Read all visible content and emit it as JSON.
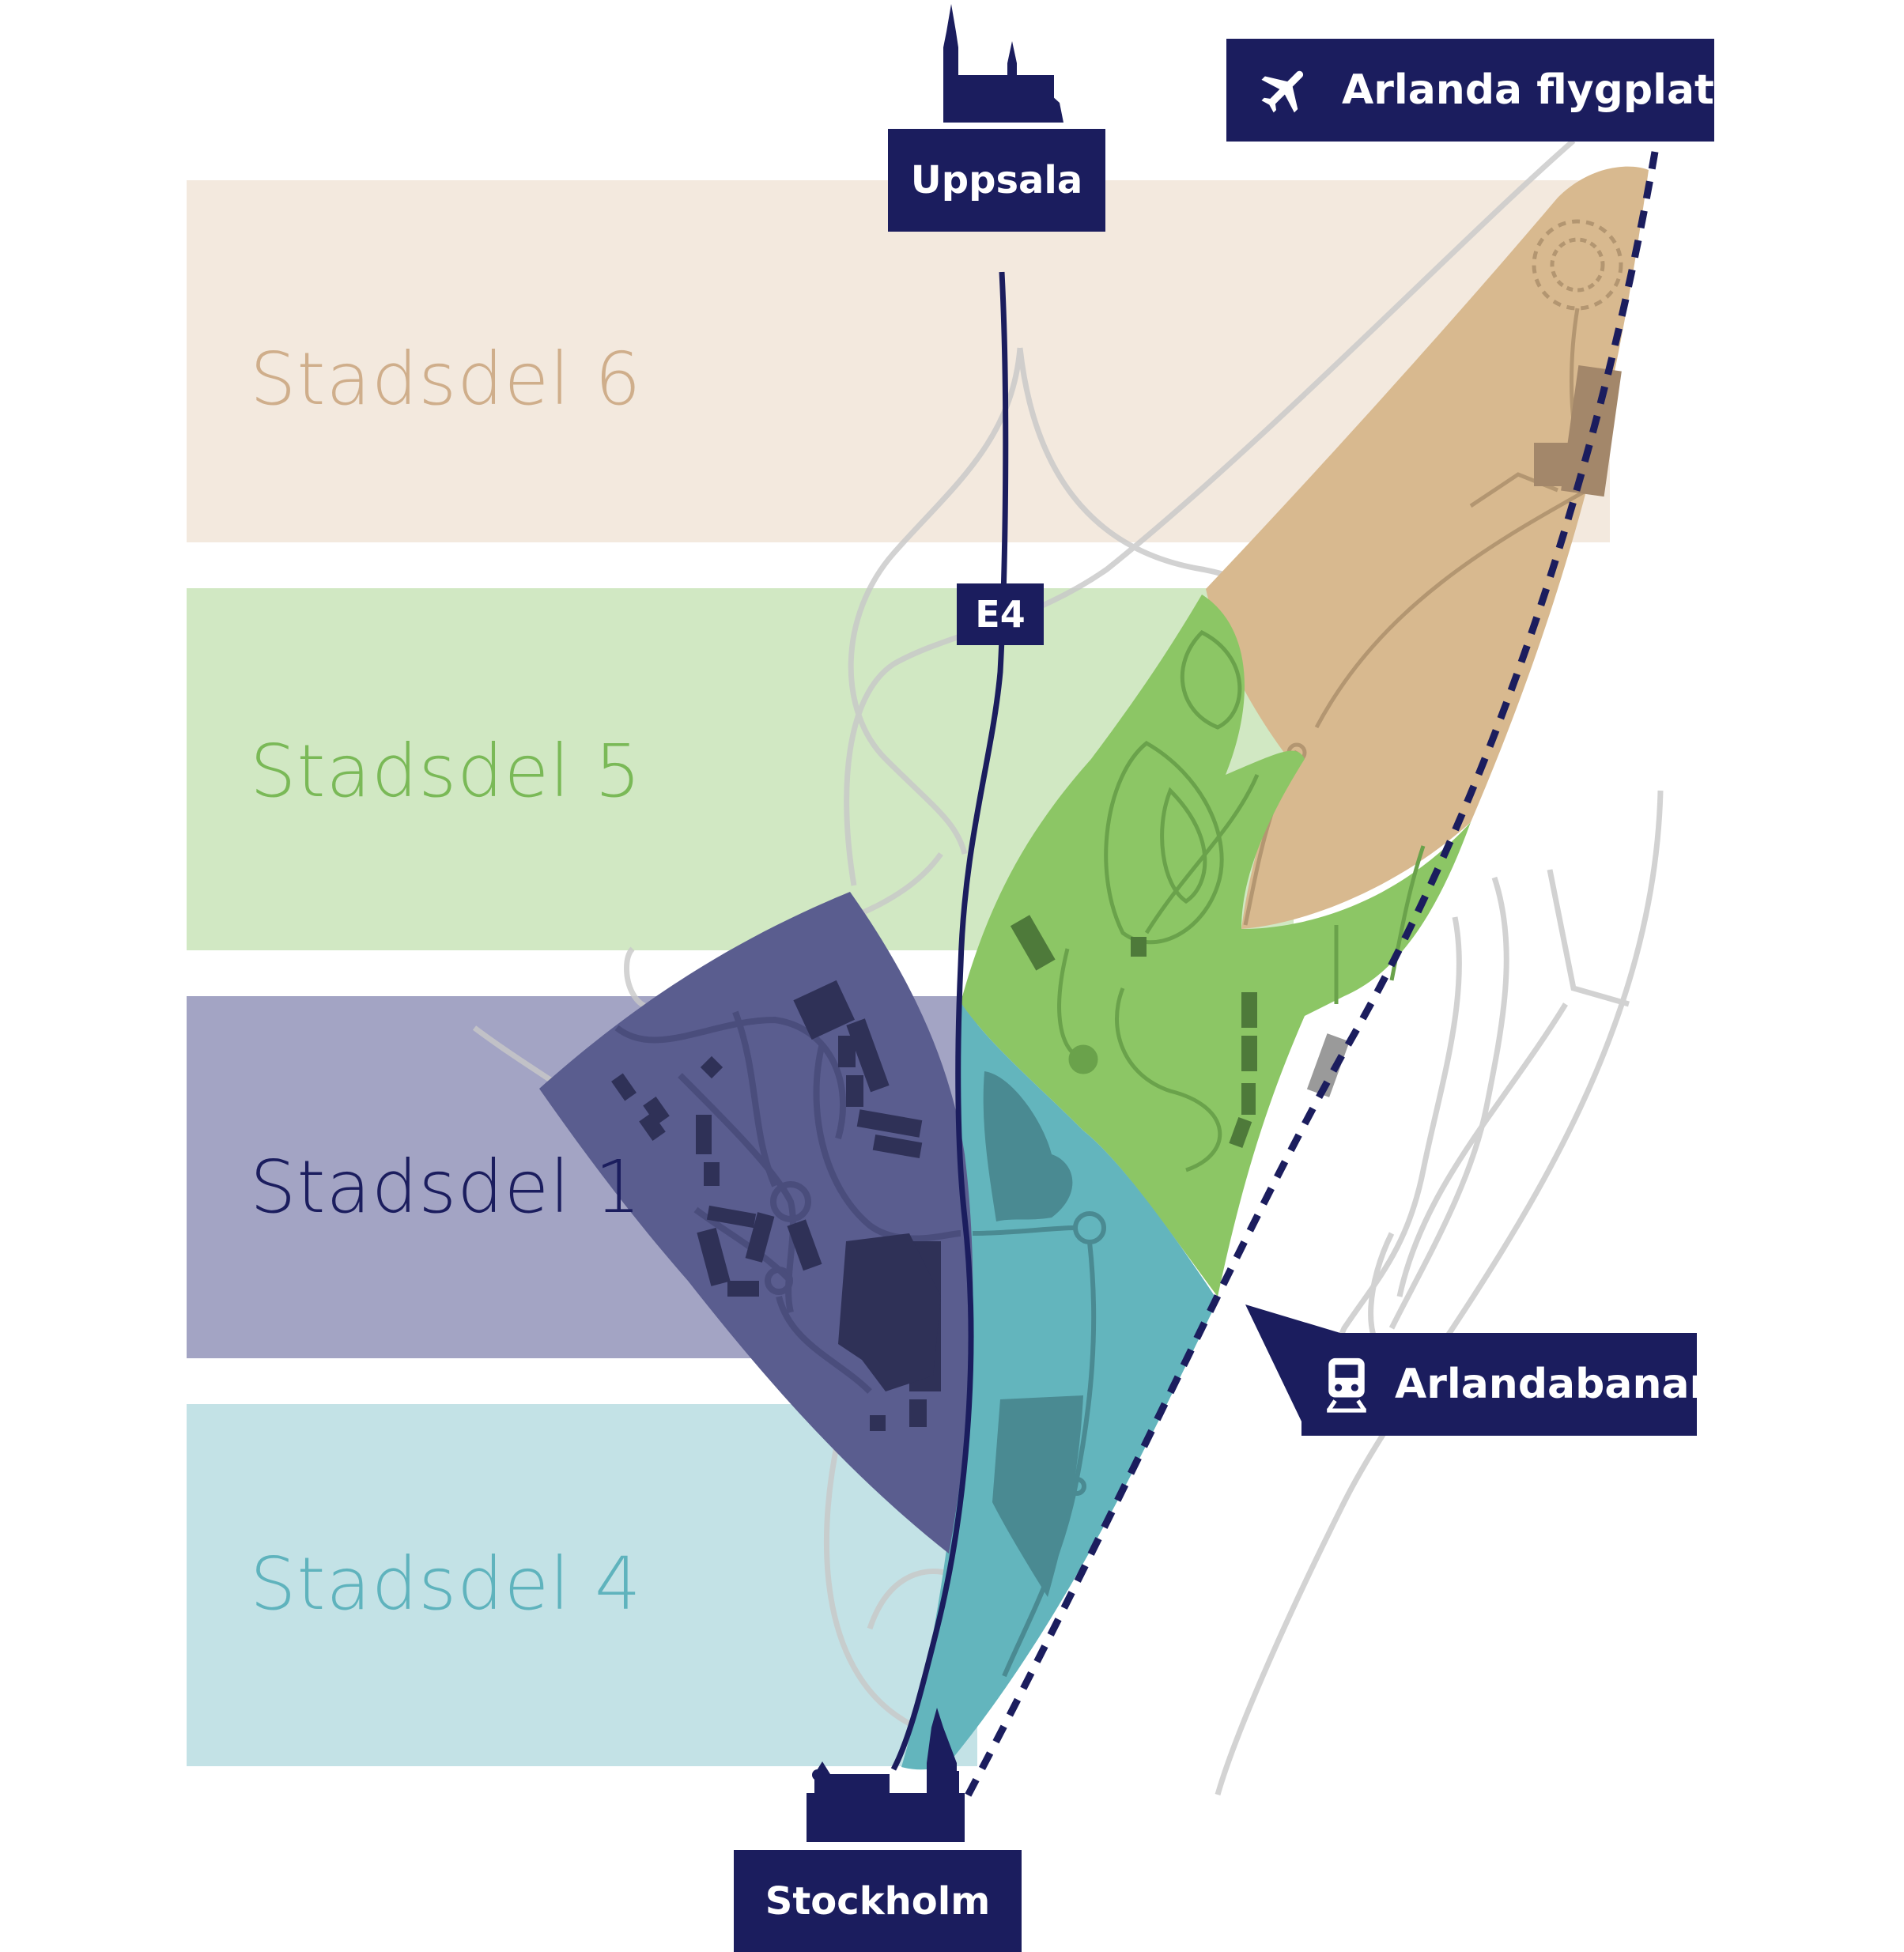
{
  "districts": [
    {
      "label": "Stadsdel 6",
      "band_color": "#f3e9de",
      "text_color": "#cfae8b",
      "zone_color": "#d8b98f"
    },
    {
      "label": "Stadsdel 5",
      "band_color": "#d1e8c3",
      "text_color": "#7ab957",
      "zone_color": "#8cc665"
    },
    {
      "label": "Stadsdel 1",
      "band_color": "#a3a4c4",
      "text_color": "#1b1d5e",
      "zone_color": "#5a5d8f"
    },
    {
      "label": "Stadsdel 4",
      "band_color": "#c3e2e6",
      "text_color": "#5fb3bd",
      "zone_color": "#63b5bd"
    }
  ],
  "labels": {
    "uppsala": "Uppsala",
    "arlanda_airport": "Arlanda flygplats",
    "arlandabanan": "Arlandabanan",
    "stockholm": "Stockholm",
    "highway": "E4"
  },
  "icons": {
    "airport": "airplane-icon",
    "train": "train-icon",
    "uppsala": "cathedral-icon",
    "stockholm": "city-hall-icon"
  },
  "colors": {
    "navy": "#1b1d5e",
    "road": "#bfbfbf"
  }
}
